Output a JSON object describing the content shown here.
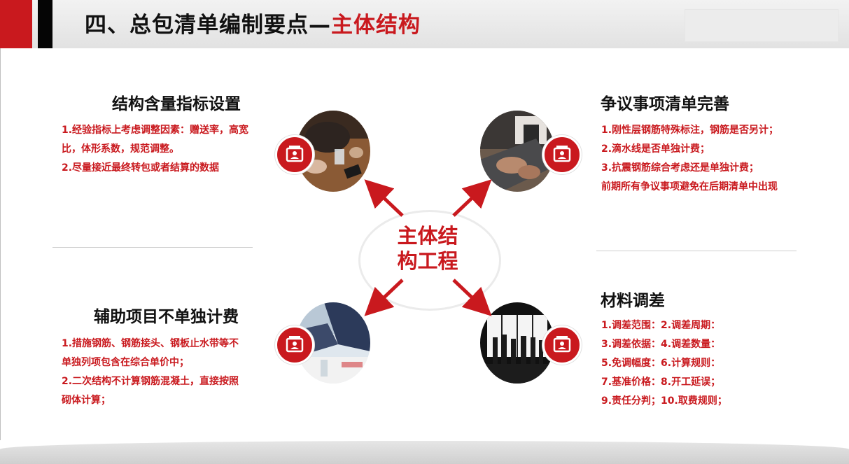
{
  "header": {
    "title_prefix": "四、总包清单编制要点—",
    "title_accent": "主体结构"
  },
  "center": {
    "line1": "主体结",
    "line2": "构工程"
  },
  "sections": {
    "top_left": {
      "title": "结构含量指标设置",
      "items": [
        "1.经验指标上考虑调整因素：赠送率，高宽",
        "比，体形系数，规范调整。",
        "2.尽量接近最终转包或者结算的数据"
      ],
      "image": "meeting-table-photo"
    },
    "top_right": {
      "title": "争议事项清单完善",
      "items": [
        "1.刚性层钢筋特殊标注，钢筋是否另计；",
        "2.滴水线是否单独计费；",
        "3.抗震钢筋综合考虑还是单独计费；",
        "前期所有争议事项避免在后期清单中出现"
      ],
      "image": "laptop-typing-photo"
    },
    "bottom_left": {
      "title": "辅助项目不单独计费",
      "items": [
        "1.措施钢筋、钢筋接头、钢板止水带等不",
        "单独列项包含在综合单价中；",
        "2.二次结构不计算钢筋混凝土，直接按照",
        "砌体计算；"
      ],
      "image": "business-handshake-photo"
    },
    "bottom_right": {
      "title": "材料调差",
      "items": [
        "1.调差范围：2.调差周期：",
        "3.调差依据：4.调差数量：",
        "5.免调幅度：6.计算规则：",
        "7.基准价格：8.开工延误；",
        "9.责任分判；10.取费规则；"
      ],
      "image": "silhouettes-window-photo"
    }
  },
  "colors": {
    "accent": "#c9191e",
    "title_text": "#111111",
    "header_bg": "#e8e8e8",
    "divider": "#cfcfcf"
  },
  "icons": {
    "badge": "person-card-icon",
    "arrows": "diagonal-arrow-icon"
  }
}
